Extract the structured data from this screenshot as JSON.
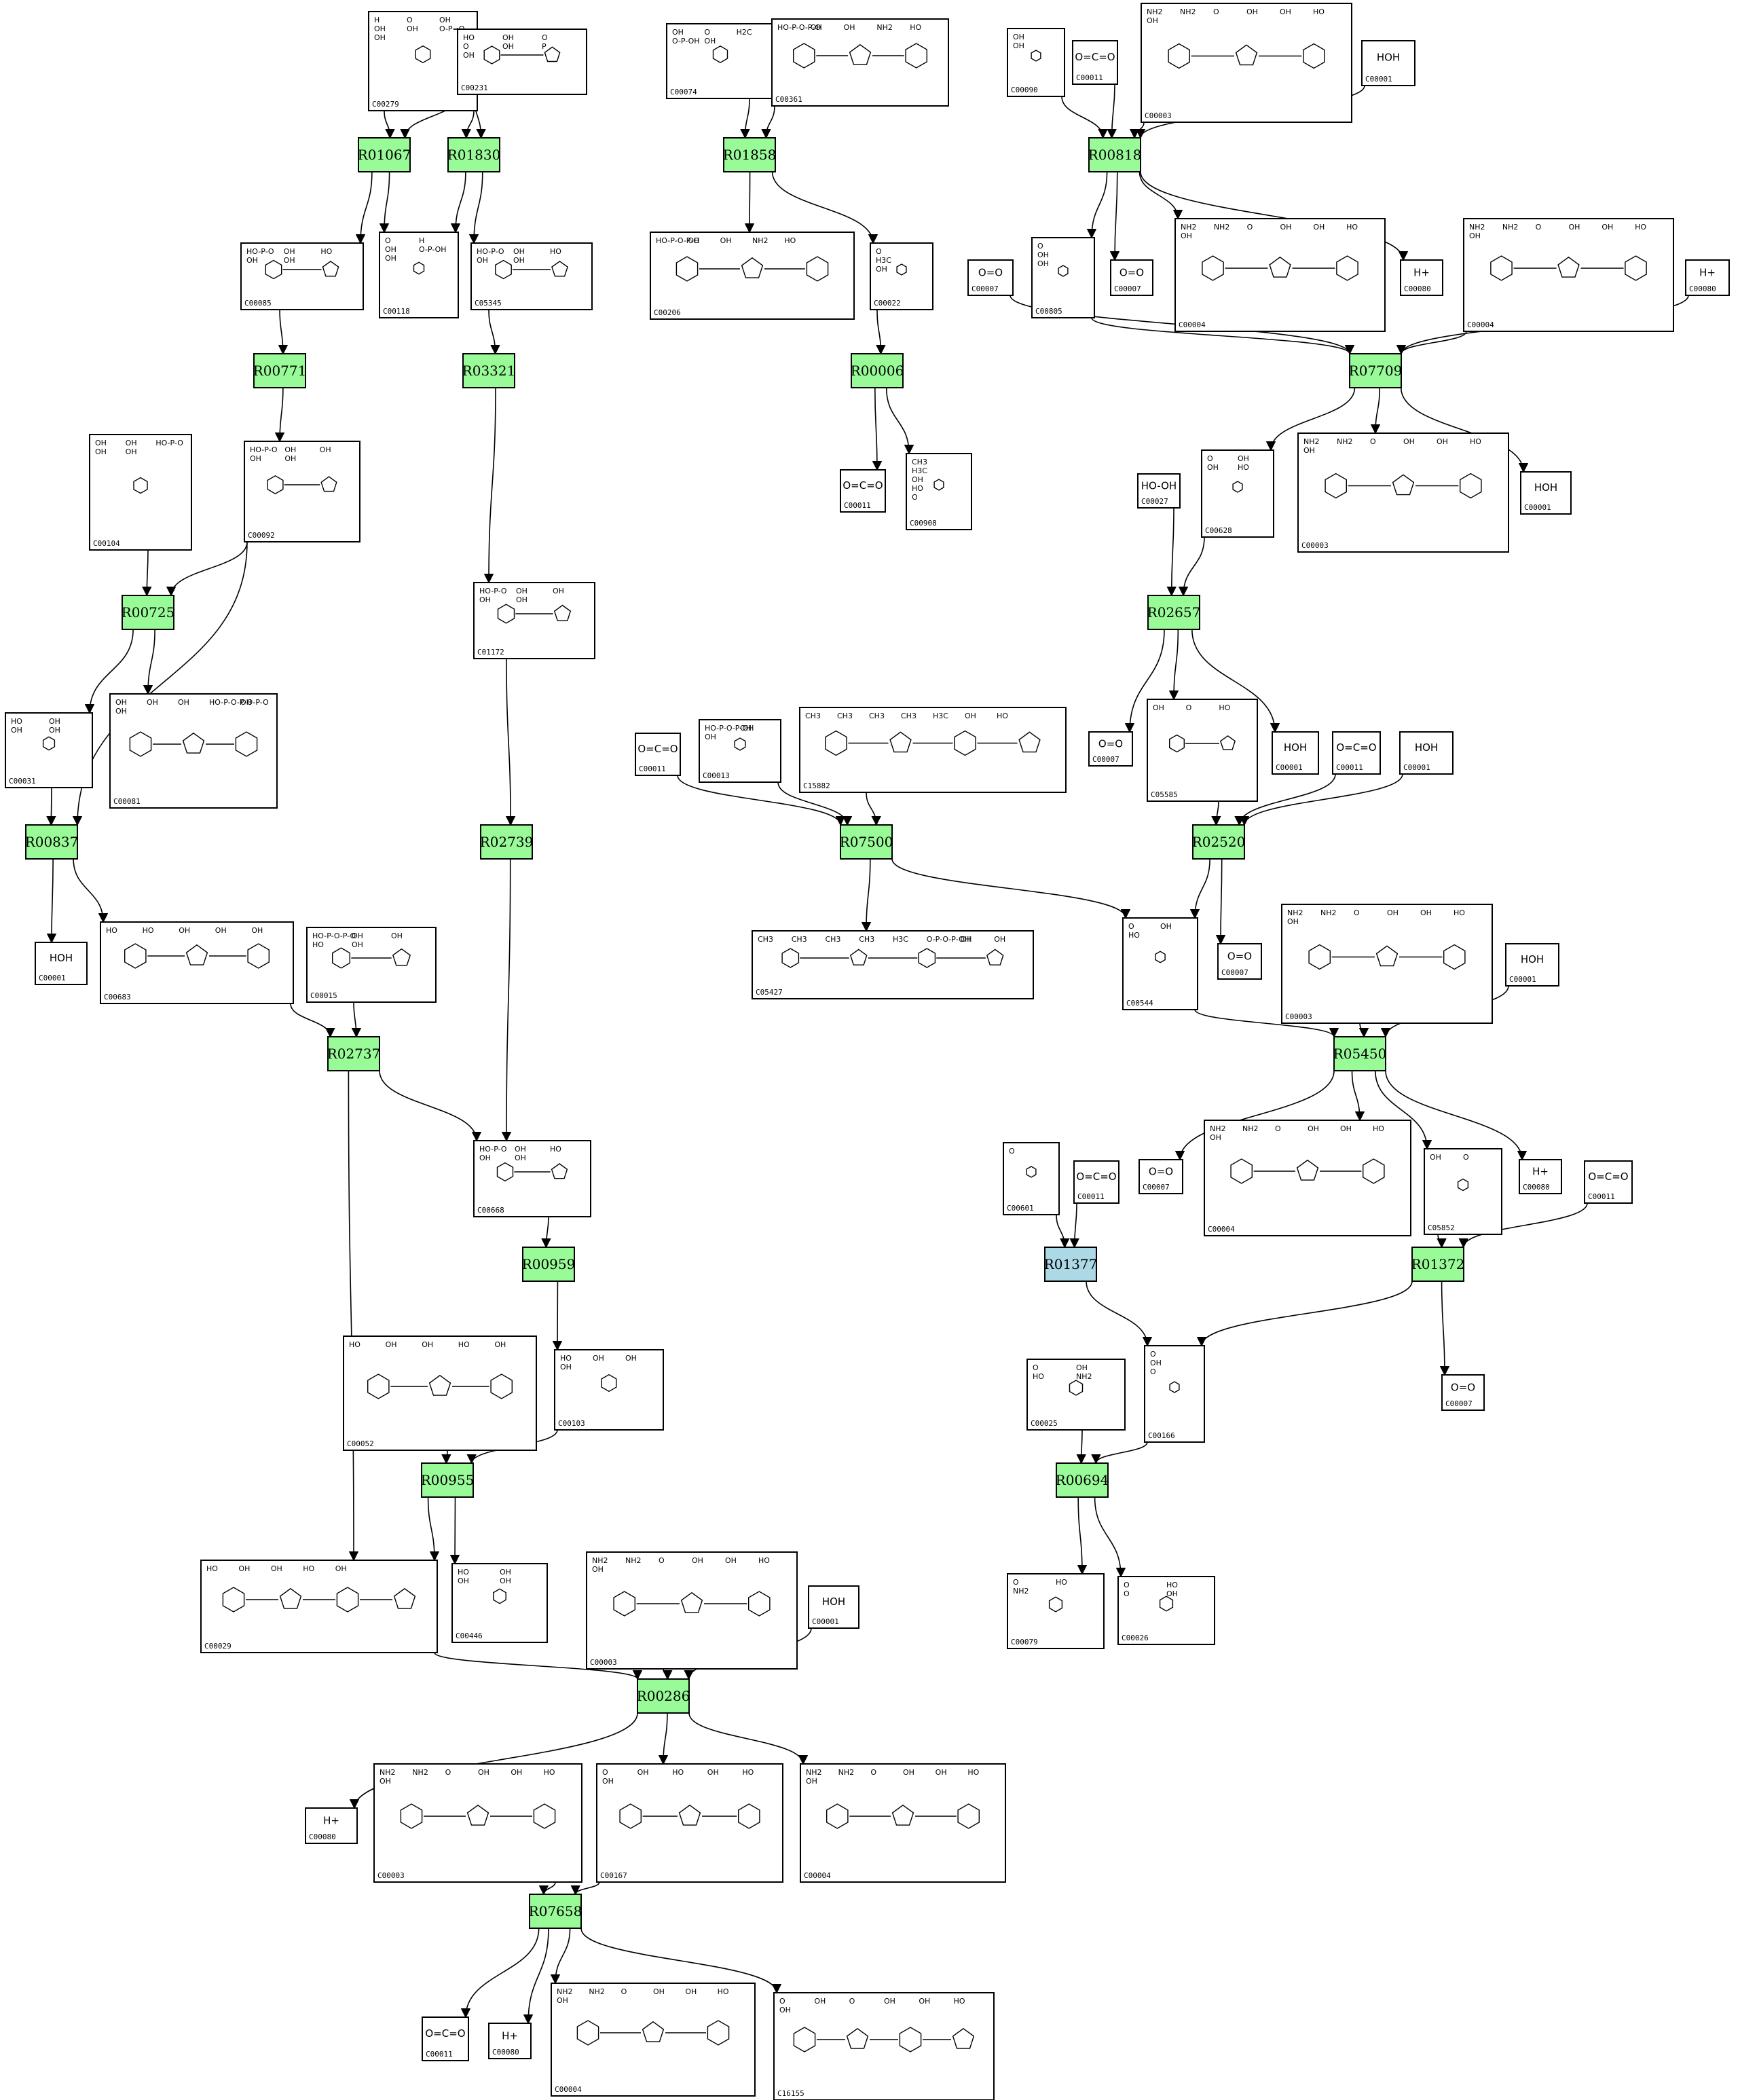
{
  "colors": {
    "reaction_fill": "#98fb98",
    "reaction_highlight_fill": "#add8e6",
    "compound_fill": "#ffffff",
    "stroke": "#000000"
  },
  "reactions": [
    {
      "id": "R01067"
    },
    {
      "id": "R01830"
    },
    {
      "id": "R01858"
    },
    {
      "id": "R00818"
    },
    {
      "id": "R00771"
    },
    {
      "id": "R03321"
    },
    {
      "id": "R00006"
    },
    {
      "id": "R07709"
    },
    {
      "id": "R00725"
    },
    {
      "id": "R02657"
    },
    {
      "id": "R00837"
    },
    {
      "id": "R02739"
    },
    {
      "id": "R07500"
    },
    {
      "id": "R02520"
    },
    {
      "id": "R02737"
    },
    {
      "id": "R05450"
    },
    {
      "id": "R00959"
    },
    {
      "id": "R01377",
      "highlight": true
    },
    {
      "id": "R01372"
    },
    {
      "id": "R00955"
    },
    {
      "id": "R00694"
    },
    {
      "id": "R00286"
    },
    {
      "id": "R07658"
    }
  ],
  "compounds": [
    {
      "id": "C00279",
      "labels": [
        "H",
        "O",
        "OH",
        "OH",
        "OH",
        "O-P=O",
        "OH"
      ]
    },
    {
      "id": "C00231",
      "labels": [
        "HO",
        "OH",
        "O",
        "O",
        "OH",
        "P",
        "OH"
      ]
    },
    {
      "id": "C00074",
      "labels": [
        "OH",
        "O",
        "H2C",
        "O-P-OH",
        "OH"
      ]
    },
    {
      "id": "C00361",
      "labels": [
        "HO-P-O-P-O",
        "OH",
        "OH",
        "NH2",
        "HO"
      ]
    },
    {
      "id": "C00090",
      "labels": [
        "OH",
        "OH"
      ]
    },
    {
      "id": "C00011",
      "labels": [
        "O=C=O"
      ]
    },
    {
      "id": "C00003",
      "labels": [
        "NH2",
        "NH2",
        "O",
        "OH",
        "OH",
        "HO",
        "OH"
      ]
    },
    {
      "id": "C00001",
      "labels": [
        "H",
        "O",
        "H"
      ]
    },
    {
      "id": "C00085",
      "labels": [
        "HO-P-O",
        "OH",
        "HO",
        "OH",
        "OH"
      ]
    },
    {
      "id": "C00118",
      "labels": [
        "O",
        "H",
        "OH",
        "O-P-OH",
        "OH"
      ]
    },
    {
      "id": "C05345",
      "labels": [
        "HO-P-O",
        "OH",
        "HO",
        "OH",
        "OH"
      ]
    },
    {
      "id": "C00206",
      "labels": [
        "HO-P-O-P-O",
        "OH",
        "OH",
        "NH2",
        "HO"
      ]
    },
    {
      "id": "C00022",
      "labels": [
        "O",
        "H3C",
        "OH"
      ]
    },
    {
      "id": "C00805",
      "labels": [
        "O",
        "OH",
        "OH"
      ]
    },
    {
      "id": "C00007",
      "labels": [
        "O=O"
      ]
    },
    {
      "id": "C00004",
      "labels": [
        "NH2",
        "NH2",
        "O",
        "OH",
        "OH",
        "HO",
        "OH"
      ]
    },
    {
      "id": "C00080",
      "labels": [
        "H+"
      ]
    },
    {
      "id": "C00104",
      "labels": [
        "OH",
        "OH",
        "HO-P-O",
        "OH",
        "OH"
      ]
    },
    {
      "id": "C00092",
      "labels": [
        "HO-P-O",
        "OH",
        "OH",
        "OH",
        "OH"
      ]
    },
    {
      "id": "C00908",
      "labels": [
        "CH3",
        "H3C",
        "OH",
        "HO",
        "O"
      ]
    },
    {
      "id": "C00027",
      "labels": [
        "HO-OH"
      ]
    },
    {
      "id": "C00628",
      "labels": [
        "O",
        "OH",
        "OH",
        "HO"
      ]
    },
    {
      "id": "C01172",
      "labels": [
        "HO-P-O",
        "OH",
        "OH",
        "OH",
        "OH"
      ]
    },
    {
      "id": "C00031",
      "labels": [
        "HO",
        "OH",
        "OH",
        "OH"
      ]
    },
    {
      "id": "C00081",
      "labels": [
        "OH",
        "OH",
        "OH",
        "HO-P-O-P-O-P-O",
        "OH",
        "OH"
      ]
    },
    {
      "id": "C00013",
      "labels": [
        "HO-P-O-P-OH",
        "OH",
        "OH"
      ]
    },
    {
      "id": "C15882",
      "labels": [
        "CH3",
        "CH3",
        "CH3",
        "CH3",
        "H3C",
        "OH",
        "HO"
      ]
    },
    {
      "id": "C05585",
      "labels": [
        "OH",
        "O",
        "HO"
      ]
    },
    {
      "id": "C00683",
      "labels": [
        "HO",
        "HO",
        "OH",
        "OH",
        "OH"
      ]
    },
    {
      "id": "C00015",
      "labels": [
        "HO-P-O-P-O",
        "OH",
        "OH",
        "HO",
        "OH"
      ]
    },
    {
      "id": "C05427",
      "labels": [
        "CH3",
        "CH3",
        "CH3",
        "CH3",
        "H3C",
        "O-P-O-P-OH",
        "OH",
        "OH"
      ]
    },
    {
      "id": "C00544",
      "labels": [
        "O",
        "OH",
        "HO"
      ]
    },
    {
      "id": "C00668",
      "labels": [
        "HO-P-O",
        "OH",
        "HO",
        "OH",
        "OH"
      ]
    },
    {
      "id": "C00601",
      "labels": [
        "O"
      ]
    },
    {
      "id": "C05852",
      "labels": [
        "OH",
        "O"
      ]
    },
    {
      "id": "C00166",
      "labels": [
        "O",
        "OH",
        "O"
      ]
    },
    {
      "id": "C00025",
      "labels": [
        "O",
        "OH",
        "HO",
        "NH2"
      ]
    },
    {
      "id": "C00052",
      "labels": [
        "HO",
        "OH",
        "OH",
        "HO",
        "OH"
      ]
    },
    {
      "id": "C00103",
      "labels": [
        "HO",
        "OH",
        "OH",
        "OH"
      ]
    },
    {
      "id": "C00029",
      "labels": [
        "HO",
        "OH",
        "OH",
        "HO",
        "OH"
      ]
    },
    {
      "id": "C00446",
      "labels": [
        "HO",
        "OH",
        "OH",
        "OH"
      ]
    },
    {
      "id": "C00079",
      "labels": [
        "O",
        "HO",
        "NH2"
      ]
    },
    {
      "id": "C00026",
      "labels": [
        "O",
        "HO",
        "O",
        "OH"
      ]
    },
    {
      "id": "C00167",
      "labels": [
        "O",
        "OH",
        "HO",
        "OH",
        "HO",
        "OH"
      ]
    },
    {
      "id": "C16155",
      "labels": [
        "O",
        "OH",
        "O",
        "OH",
        "OH",
        "HO",
        "OH"
      ]
    }
  ]
}
